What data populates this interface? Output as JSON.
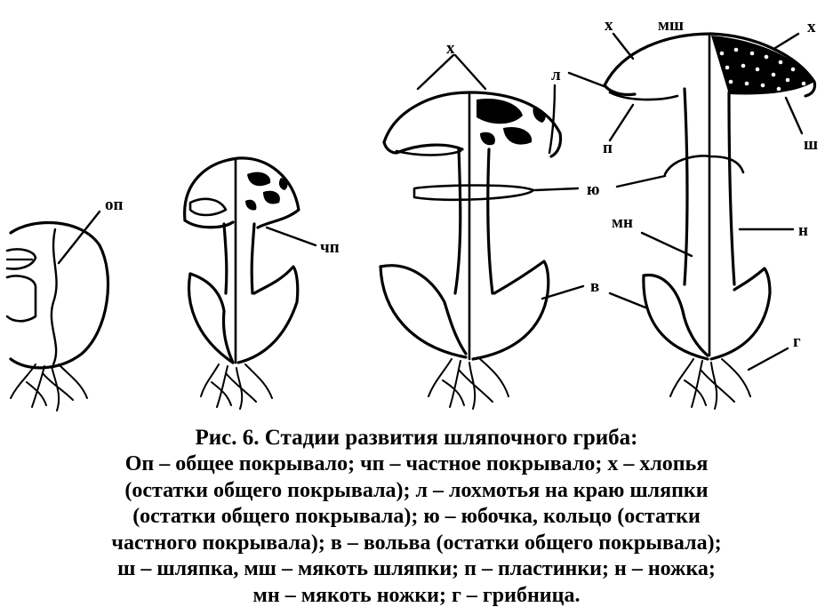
{
  "figure": {
    "labels": {
      "op": "оп",
      "chp": "чп",
      "kh_mid": "х",
      "kh_top": "х",
      "kh_right": "х",
      "msh": "мш",
      "l": "л",
      "p": "п",
      "yu": "ю",
      "mn": "мн",
      "n": "н",
      "v": "в",
      "sh": "ш",
      "g": "г"
    }
  },
  "caption": {
    "title": "Рис.  6. Стадии развития шляпочного гриба:",
    "lines": [
      "Оп – общее покрывало; чп – частное покрывало; х – хлопья",
      "(остатки общего покрывала); л – лохмотья на краю шляпки",
      "(остатки общего покрывала); ю – юбочка, кольцо (остатки",
      "частного покрывала); в – вольва (остатки общего покрывала);",
      "ш – шляпка, мш – мякоть шляпки; п – пластинки; н – ножка;",
      "мн – мякоть ножки; г – грибница."
    ]
  }
}
